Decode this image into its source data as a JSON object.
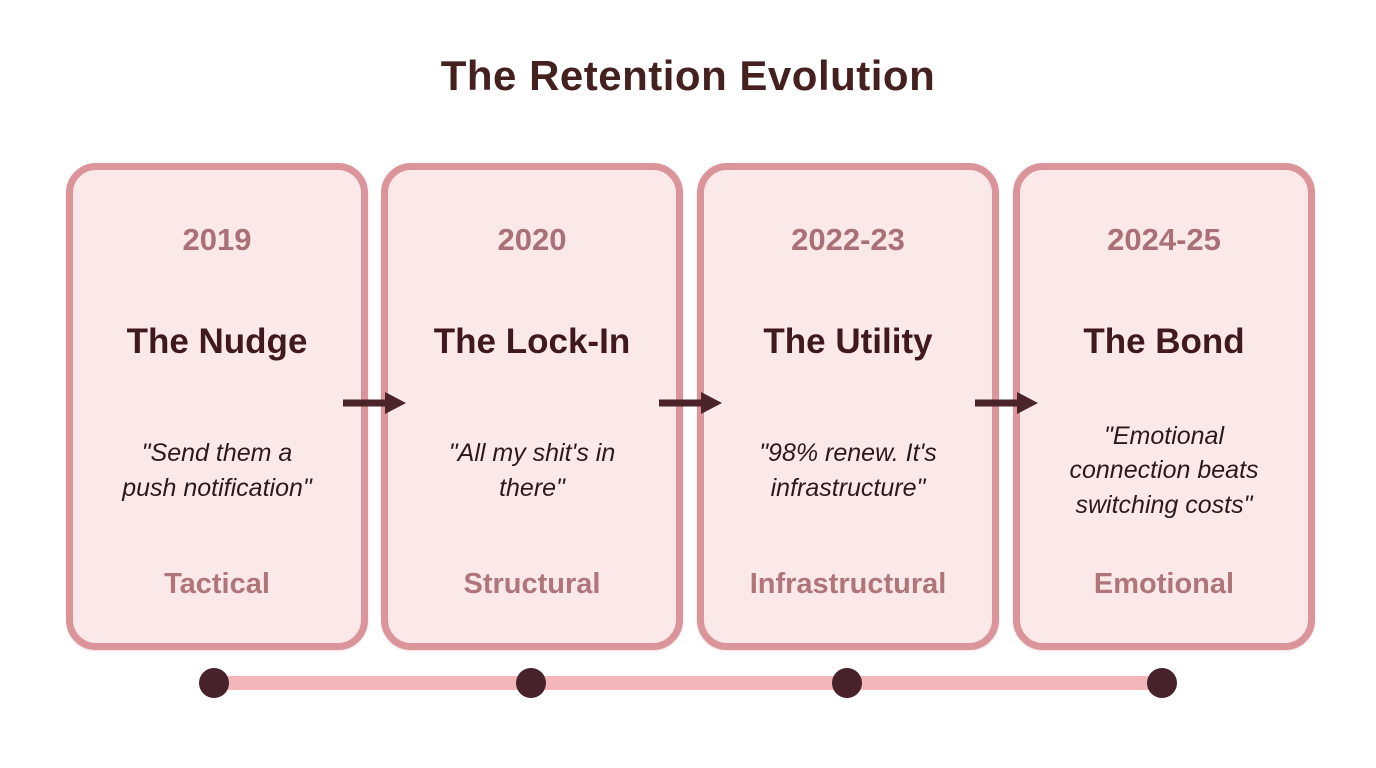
{
  "page": {
    "title": "The Retention Evolution"
  },
  "cards": [
    {
      "year": "2019",
      "title": "The Nudge",
      "quote": "\"Send them a\npush notification\"",
      "label": "Tactical"
    },
    {
      "year": "2020",
      "title": "The Lock-In",
      "quote": "\"All my shit's in\nthere\"",
      "label": "Structural"
    },
    {
      "year": "2022-23",
      "title": "The Utility",
      "quote": "\"98% renew. It's\ninfrastructure\"",
      "label": "Infrastructural"
    },
    {
      "year": "2024-25",
      "title": "The Bond",
      "quote": "\"Emotional\nconnection beats\nswitching costs\"",
      "label": "Emotional"
    }
  ],
  "timeline": {
    "dot_count": 4
  },
  "colors": {
    "background": "#ffffff",
    "card_background": "#fbe9e9",
    "card_border": "#dc949b",
    "year_text": "#aa7077",
    "card_title_text": "#40191e",
    "quote_text": "#2f181c",
    "label_text": "#b0757b",
    "page_title_text": "#44201f",
    "arrow": "#4a2428",
    "timeline_bar": "#f2b6bb",
    "timeline_dot": "#47222b"
  }
}
